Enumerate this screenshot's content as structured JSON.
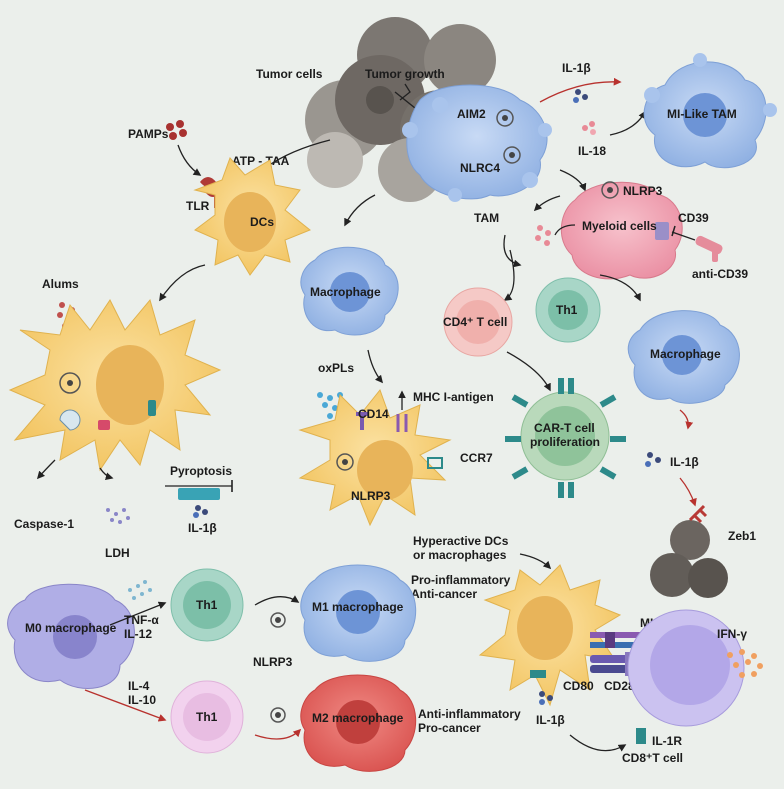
{
  "labels": {
    "tumor_cells": "Tumor cells",
    "tumor_growth": "Tumor growth",
    "aim2": "AIM2",
    "nlrc4": "NLRC4",
    "il1b_top": "IL-1β",
    "il18": "IL-18",
    "m1_like_tam": "MI-Like TAM",
    "pamps": "PAMPs",
    "atp_taa": "ATP - TAA",
    "tlr": "TLR",
    "dcs": "DCs",
    "nlrp3_myeloid": "NLRP3",
    "myeloid_cells": "Myeloid cells",
    "cd39": "CD39",
    "anti_cd39": "anti-CD39",
    "tam": "TAM",
    "macrophage_mid": "Macrophage",
    "th1_mid": "Th1",
    "cd4_t_cell": "CD4⁺ T cell",
    "macrophage_right": "Macrophage",
    "alums": "Alums",
    "oxpls": "oxPLs",
    "cd14": "CD14",
    "mhc_i_antigen": "MHC I-antigen",
    "car_t": "CAR-T cell proliferation",
    "car_t_line1": "CAR-T cell",
    "car_t_line2": "proliferation",
    "ccr7": "CCR7",
    "nlrp3_dc": "NLRP3",
    "pyroptosis": "Pyroptosis",
    "il1b_pyro": "IL-1β",
    "caspase1": "Caspase-1",
    "ldh": "LDH",
    "il1b_right": "IL-1β",
    "zeb1": "Zeb1",
    "hyperactive_line1": "Hyperactive DCs",
    "hyperactive_line2": "or macrophages",
    "pro_inflam_line1": "Pro-inflammatory",
    "pro_inflam_line2": "Anti-cancer",
    "m0_macrophage": "M0 macrophage",
    "tnf_a": "TNF-α",
    "il12": "IL-12",
    "th1_upper": "Th1",
    "m1_macrophage": "M1 macrophage",
    "nlrp3_bottom": "NLRP3",
    "il4": "IL-4",
    "il10": "IL-10",
    "th1_lower": "Th1",
    "m2_macrophage": "M2 macrophage",
    "anti_inflam_line1": "Anti-inflammatory",
    "anti_inflam_line2": "Pro-cancer",
    "mhci_tcr": "MHCI-TCR",
    "ifn_g": "IFN-γ",
    "cd80": "CD80",
    "cd28": "CD28",
    "il1b_bottom": "IL-1β",
    "il1r": "IL-1R",
    "cd8_t_cell": "CD8⁺T cell"
  },
  "colors": {
    "background": "#ebefeb",
    "tumor": "#6b6560",
    "blue_cell": "#a9c4ec",
    "dc_yellow": "#f6cf75",
    "pink_cell": "#f0a3b4",
    "teal_cell": "#a8d6c7",
    "m2_red": "#e46a68",
    "m0_purple": "#a9a6e0",
    "cd8_lavender": "#c2b8ec",
    "car_t_green": "#9fcaa6",
    "arrow_red": "#b8322e"
  }
}
